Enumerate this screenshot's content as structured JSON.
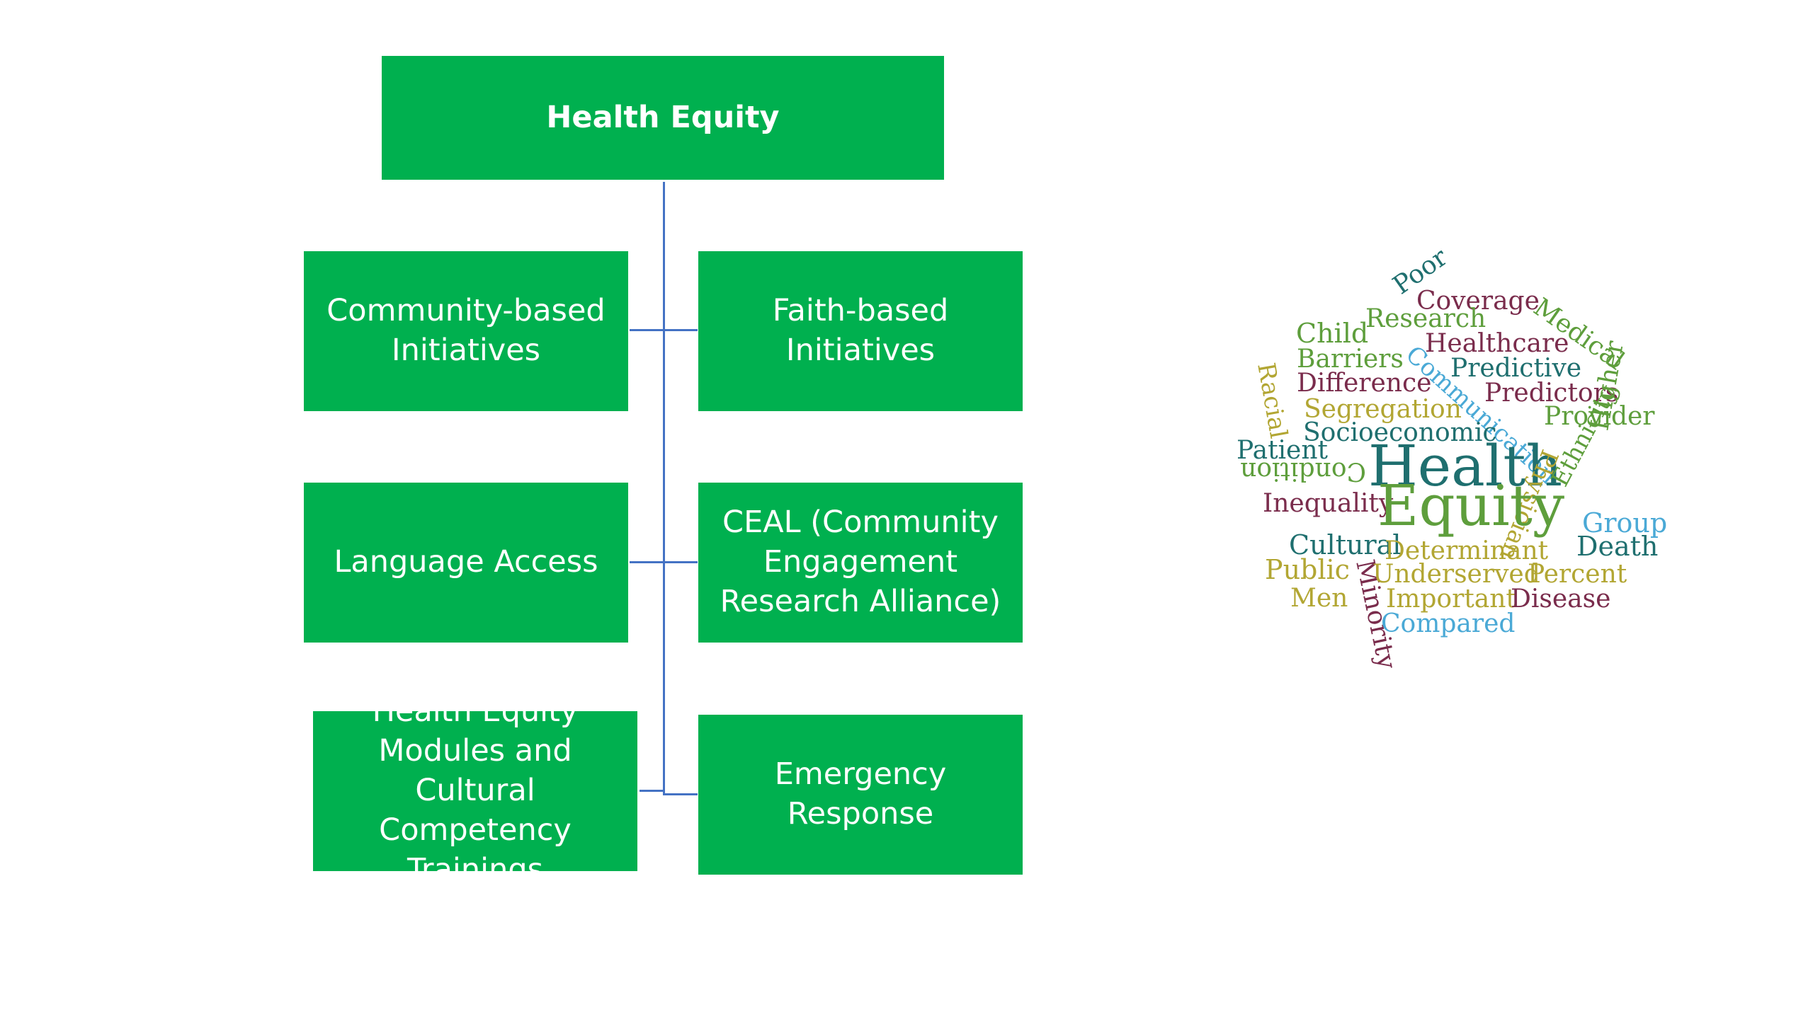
{
  "diagram": {
    "root": "Health Equity",
    "nodes": [
      "Community-based\nInitiatives",
      "Faith-based Initiatives",
      "Language Access",
      "CEAL (Community\nEngagement\nResearch Alliance)",
      "Health Equity\nModules and Cultural\nCompetency\nTrainings",
      "Emergency Response"
    ]
  },
  "word_cloud": {
    "colors": {
      "teal": "#1f6f6f",
      "green": "#5e9e3c",
      "olive": "#b2a633",
      "maroon": "#7a2c4c",
      "blue": "#4aa9d6"
    },
    "words": [
      {
        "text": "Poor",
        "color": "teal"
      },
      {
        "text": "Coverage",
        "color": "maroon"
      },
      {
        "text": "Research",
        "color": "green"
      },
      {
        "text": "Medical",
        "color": "green"
      },
      {
        "text": "Child",
        "color": "green"
      },
      {
        "text": "Healthcare",
        "color": "maroon"
      },
      {
        "text": "Barriers",
        "color": "green"
      },
      {
        "text": "Communication",
        "color": "blue"
      },
      {
        "text": "Predictive",
        "color": "teal"
      },
      {
        "text": "Difference",
        "color": "maroon"
      },
      {
        "text": "Predictors",
        "color": "maroon"
      },
      {
        "text": "Racial",
        "color": "olive"
      },
      {
        "text": "Segregation",
        "color": "olive"
      },
      {
        "text": "Provider",
        "color": "green"
      },
      {
        "text": "Socioeconomic",
        "color": "teal"
      },
      {
        "text": "Patient",
        "color": "teal"
      },
      {
        "text": "Health",
        "color": "teal"
      },
      {
        "text": "Physician",
        "color": "olive"
      },
      {
        "text": "Higher",
        "color": "green"
      },
      {
        "text": "Condition",
        "color": "green"
      },
      {
        "text": "Ethnicity",
        "color": "green"
      },
      {
        "text": "Inequality",
        "color": "maroon"
      },
      {
        "text": "Equity",
        "color": "green"
      },
      {
        "text": "Group",
        "color": "blue"
      },
      {
        "text": "Cultural",
        "color": "teal"
      },
      {
        "text": "Determinant",
        "color": "olive"
      },
      {
        "text": "Death",
        "color": "teal"
      },
      {
        "text": "Public",
        "color": "olive"
      },
      {
        "text": "Minority",
        "color": "maroon"
      },
      {
        "text": "Underserved",
        "color": "olive"
      },
      {
        "text": "Percent",
        "color": "olive"
      },
      {
        "text": "Men",
        "color": "olive"
      },
      {
        "text": "Important",
        "color": "olive"
      },
      {
        "text": "Disease",
        "color": "maroon"
      },
      {
        "text": "Compared",
        "color": "blue"
      }
    ]
  }
}
